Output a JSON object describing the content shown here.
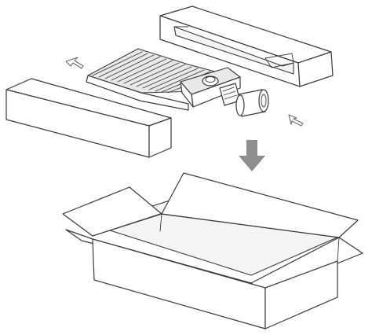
{
  "diagram": {
    "colors": {
      "line": "#3a3a3a",
      "arrow_fill": "#8e8e8e",
      "background": "#ffffff"
    },
    "parts": [
      "street-light-fixture",
      "foam-insert-top",
      "foam-insert-left",
      "shipping-box"
    ],
    "icons": [
      "arrow-up-left-icon",
      "arrow-down-left-icon",
      "arrow-down-icon"
    ]
  }
}
